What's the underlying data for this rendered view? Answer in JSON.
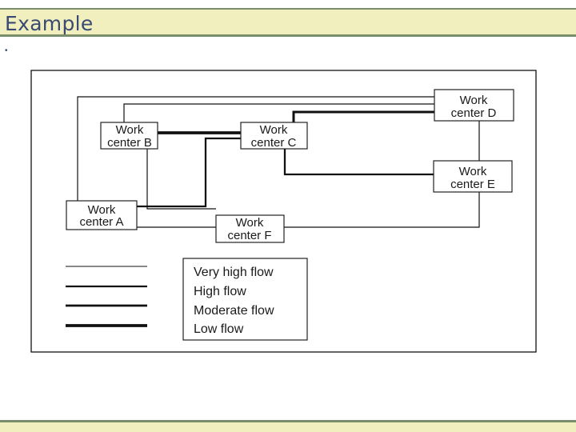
{
  "slide": {
    "title": "Example",
    "bullet": "•"
  },
  "diagram": {
    "work_centers": {
      "a": {
        "line1": "Work",
        "line2": "center A"
      },
      "b": {
        "line1": "Work",
        "line2": "center B"
      },
      "c": {
        "line1": "Work",
        "line2": "center C"
      },
      "d": {
        "line1": "Work",
        "line2": "center D"
      },
      "e": {
        "line1": "Work",
        "line2": "center E"
      },
      "f": {
        "line1": "Work",
        "line2": "center F"
      }
    },
    "legend": {
      "items": [
        "Very high flow",
        "High flow",
        "Moderate flow",
        "Low flow"
      ]
    }
  }
}
